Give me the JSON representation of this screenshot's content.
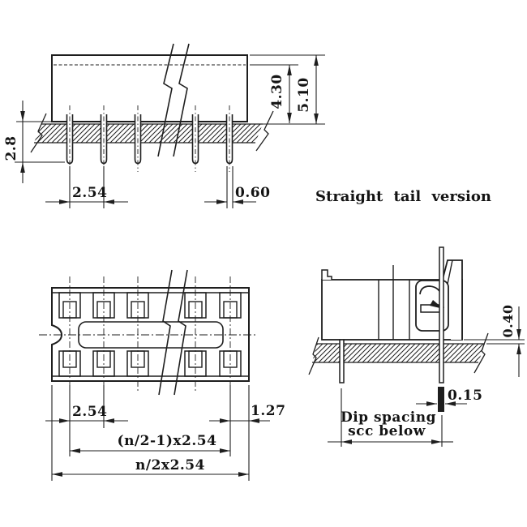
{
  "drawing": {
    "title": "DIP IC socket dimensional drawing",
    "line_color": "#1e1e1e",
    "background": "#ffffff",
    "side_view": {
      "caption": "Straight tail version",
      "dim_pin_protrusion": "2.8",
      "dim_pin_pitch": "2.54",
      "dim_pin_width": "0.60",
      "dim_inner_height": "4.30",
      "dim_total_height": "5.10"
    },
    "top_view": {
      "dim_pitch": "2.54",
      "dim_end_offset": "1.27",
      "dim_contact_span": "(n/2-1)x2.54",
      "dim_total_length": "n/2x2.54"
    },
    "end_view": {
      "dim_standoff": "0.40",
      "dim_pin_thickness": "0.15",
      "note_line1": "Dip spacing",
      "note_line2": "scc below"
    }
  }
}
